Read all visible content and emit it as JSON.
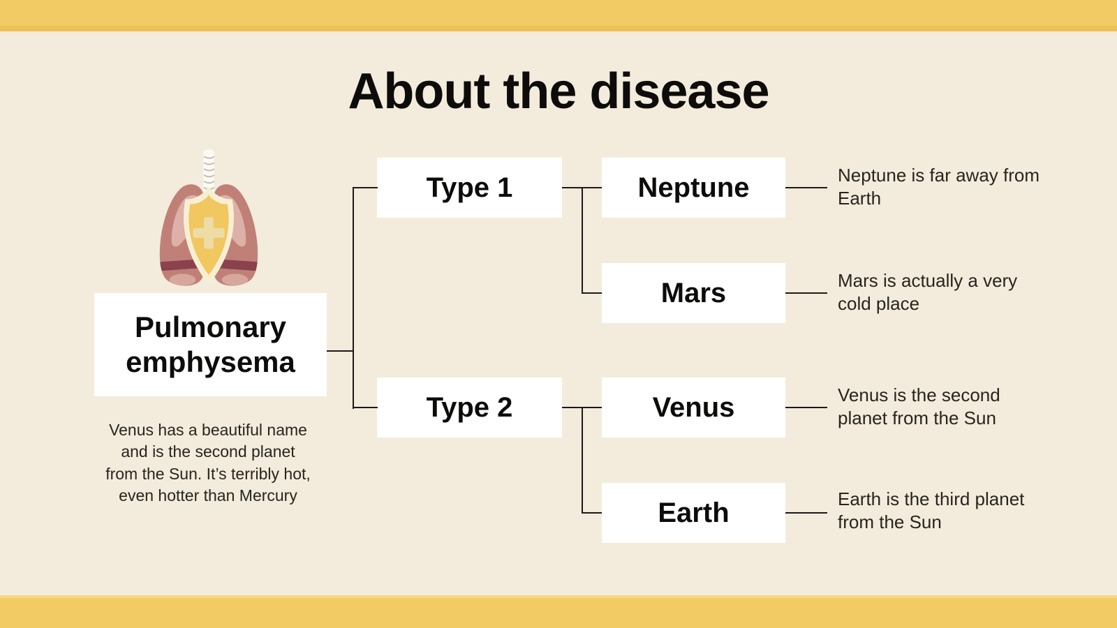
{
  "slide": {
    "title": "About the disease",
    "root": {
      "label": "Pulmonary emphysema",
      "note": "Venus has a beautiful name and is the second planet from the Sun. It’s terribly hot, even hotter than Mercury"
    },
    "branches": [
      {
        "label": "Type 1",
        "children": [
          {
            "label": "Neptune",
            "description": "Neptune is far away from Earth"
          },
          {
            "label": "Mars",
            "description": "Mars is actually a very cold place"
          }
        ]
      },
      {
        "label": "Type 2",
        "children": [
          {
            "label": "Venus",
            "description": "Venus is the second planet from the Sun"
          },
          {
            "label": "Earth",
            "description": "Earth is the third planet from the Sun"
          }
        ]
      }
    ],
    "icon": {
      "name": "lungs-shield-icon",
      "colors": {
        "lung": "#c08078",
        "lung_highlight": "#ddb0a8",
        "lung_band": "#8a434c",
        "lobe_highlight": "#d7a79e",
        "trachea": "#fcfaf4",
        "trachea_ring": "#c6bfae",
        "shield_border": "#f7efd4",
        "shield_fill": "#f1c75f",
        "cross": "#eedca6"
      }
    },
    "colors": {
      "background": "#f3ecdc",
      "accent_bar": "#f2cb64",
      "accent_bar_dark": "#ecc158",
      "node_background": "#ffffff",
      "heading_text": "#0d0c0a",
      "body_text": "#27241f",
      "connector": "#1a1a1a"
    }
  }
}
